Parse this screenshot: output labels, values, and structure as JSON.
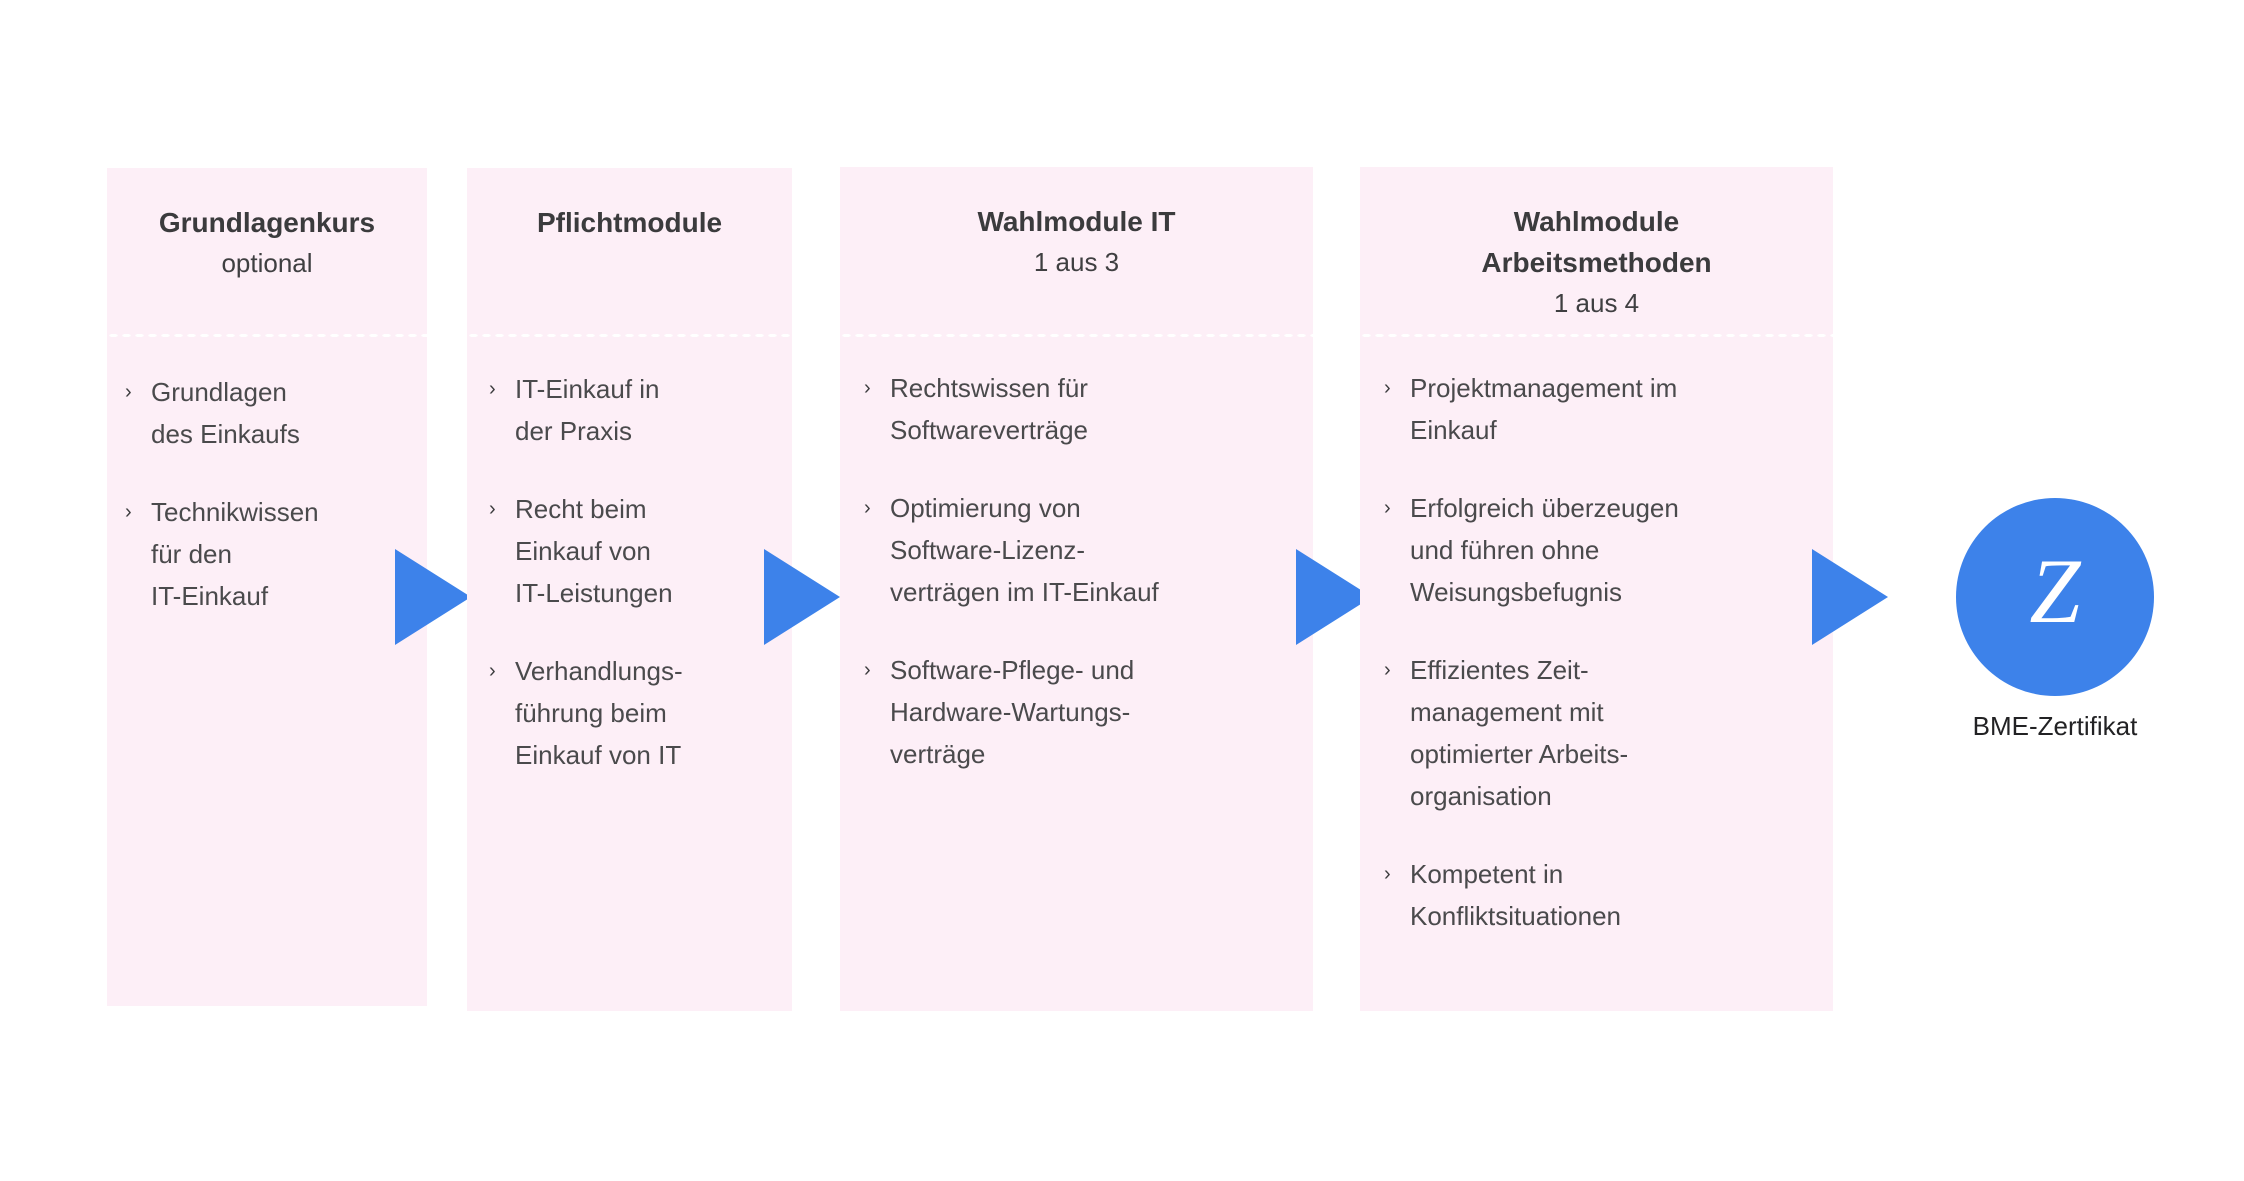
{
  "diagram": {
    "certificate": {
      "glyph": "Z",
      "caption": "BME-Zertifikat"
    },
    "arrow_glyph": "arrow-right",
    "bullet_marker": "›",
    "columns": [
      {
        "title": "Grundlagenkurs",
        "subtitle": "optional",
        "items": [
          "Grundlagen\ndes Einkaufs",
          "Technikwissen\nfür den\nIT-Einkauf"
        ]
      },
      {
        "title": "Pflichtmodule",
        "subtitle": "",
        "items": [
          "IT-Einkauf in\nder Praxis",
          "Recht beim\nEinkauf von\nIT-Leistungen",
          "Verhandlungs-\nführung beim\nEinkauf von IT"
        ]
      },
      {
        "title": "Wahlmodule IT",
        "subtitle": "1 aus 3",
        "items": [
          "Rechtswissen für\nSoftwareverträge",
          "Optimierung von\nSoftware-Lizenz-\nverträgen im IT-Einkauf",
          "Software-Pflege- und\nHardware-Wartungs-\nverträge"
        ]
      },
      {
        "title": "Wahlmodule\nArbeitsmethoden",
        "subtitle": "1 aus 4",
        "items": [
          "Projektmanagement im\nEinkauf",
          "Erfolgreich überzeugen\nund führen ohne\nWeisungsbefugnis",
          "Effizientes Zeit-\nmanagement mit\noptimierter Arbeits-\norganisation",
          "Kompetent in\nKonfliktsituationen"
        ]
      }
    ],
    "colors": {
      "panel_background": "#fdeff7",
      "accent_blue": "#3d82ea",
      "title_text": "#3b3b3d",
      "body_text": "#4a4a4c"
    }
  }
}
